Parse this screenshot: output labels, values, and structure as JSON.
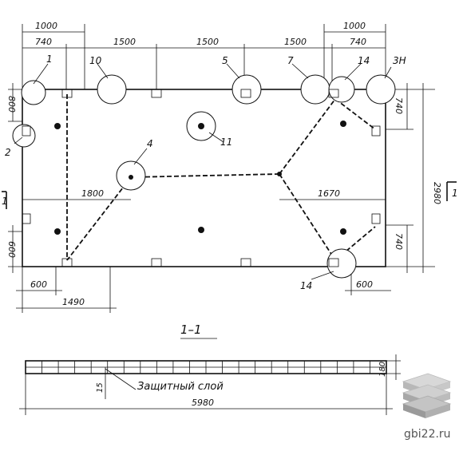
{
  "plan": {
    "dims_top_row1": [
      "1000",
      "1000"
    ],
    "dims_top_row2": [
      "740",
      "1500",
      "1500",
      "1500",
      "740"
    ],
    "dim_left_800": "800",
    "dim_left_600": "600",
    "dim_right_2980": "2980",
    "dim_right_740_top": "740",
    "dim_right_740_bot": "740",
    "dim_1800": "1800",
    "dim_1670": "1670",
    "dim_bottom_600_left": "600",
    "dim_bottom_600_right": "600",
    "dim_bottom_1490": "1490",
    "section_mark_left": "1",
    "section_mark_right": "1",
    "callouts": [
      {
        "id": "c1",
        "label": "1"
      },
      {
        "id": "c2",
        "label": "2"
      },
      {
        "id": "c10",
        "label": "10"
      },
      {
        "id": "c5",
        "label": "5"
      },
      {
        "id": "c7",
        "label": "7"
      },
      {
        "id": "c14a",
        "label": "14"
      },
      {
        "id": "c3h",
        "label": "3Н"
      },
      {
        "id": "c11",
        "label": "11"
      },
      {
        "id": "c4",
        "label": "4"
      },
      {
        "id": "c14b",
        "label": "14"
      }
    ]
  },
  "section": {
    "title": "1–1",
    "protective_layer": "Защитный слой",
    "dim_15": "15",
    "dim_180": "180",
    "dim_5980": "5980"
  },
  "watermark": {
    "site": "gbi22.ru",
    "logo_icon": "stacked-slabs-icon"
  }
}
